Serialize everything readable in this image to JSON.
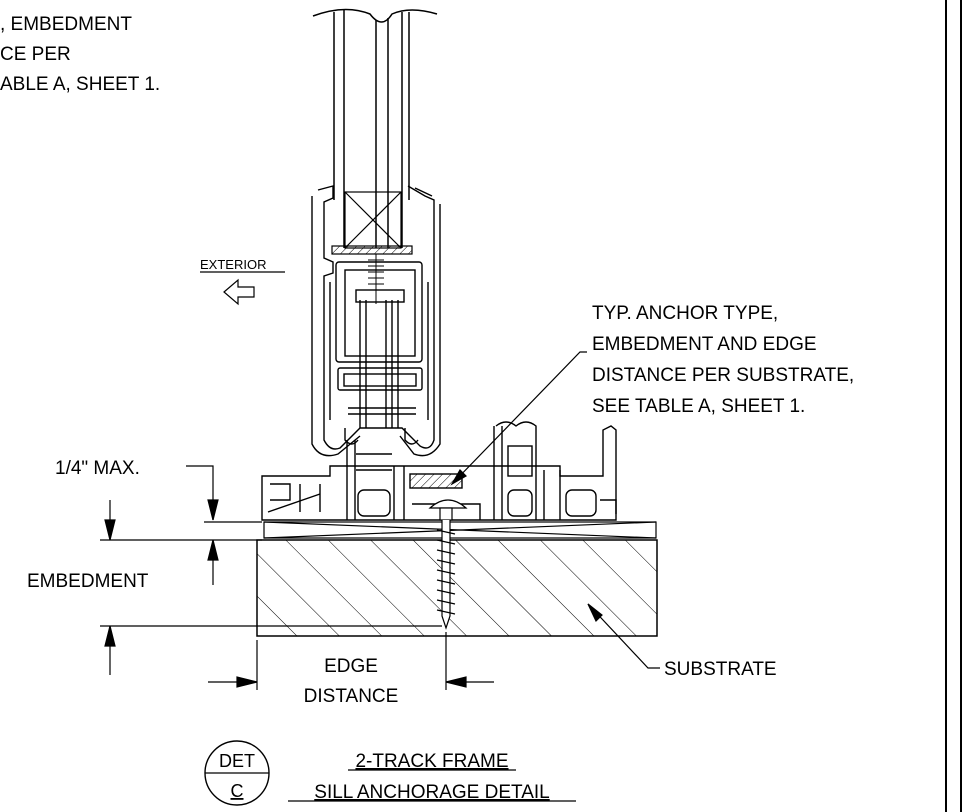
{
  "notes": {
    "top_left_line1": ", EMBEDMENT",
    "top_left_line2": "CE PER",
    "top_left_line3": "ABLE A, SHEET 1.",
    "anchor_line1": "TYP. ANCHOR TYPE,",
    "anchor_line2": "EMBEDMENT AND EDGE",
    "anchor_line3": "DISTANCE PER SUBSTRATE,",
    "anchor_line4": "SEE TABLE A, SHEET 1."
  },
  "labels": {
    "exterior": "EXTERIOR",
    "quarter_max": "1/4\" MAX.",
    "embedment": "EMBEDMENT",
    "edge": "EDGE",
    "distance": "DISTANCE",
    "substrate": "SUBSTRATE"
  },
  "title_block": {
    "bubble_top": "DET",
    "bubble_bottom": "C",
    "title_line1": "2-TRACK FRAME",
    "title_line2": "SILL ANCHORAGE DETAIL"
  }
}
